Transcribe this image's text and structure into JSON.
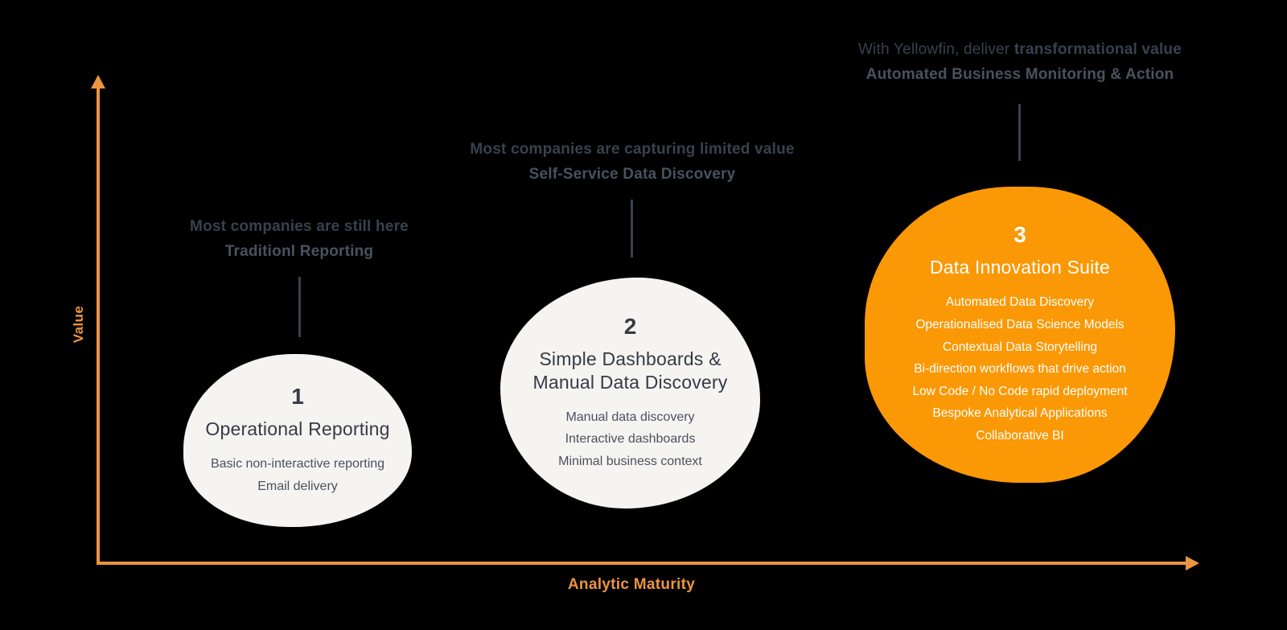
{
  "colors": {
    "background": "#000000",
    "axis_orange": "#EC9440",
    "blob_orange": "#FA9805",
    "blob_light": "#F5F4F1",
    "dark_text": "#39414D",
    "white_text": "#FFFFFF"
  },
  "axes": {
    "y_label": "Value",
    "x_label": "Analytic Maturity"
  },
  "annotations": {
    "stage1": {
      "line1": "Most companies are still here",
      "line2": "Traditionl Reporting"
    },
    "stage2": {
      "line1": "Most companies are capturing limited value",
      "line2": "Self-Service Data Discovery"
    },
    "stage3": {
      "line1_prefix": "With Yellowfin, deliver ",
      "line1_bold": "transformational value",
      "line2": "Automated Business Monitoring & Action"
    }
  },
  "stages": [
    {
      "number": "1",
      "title": "Operational Reporting",
      "items": [
        "Basic non-interactive reporting",
        "Email delivery"
      ]
    },
    {
      "number": "2",
      "title": "Simple Dashboards & Manual Data Discovery",
      "items": [
        "Manual data discovery",
        "Interactive dashboards",
        "Minimal business context"
      ]
    },
    {
      "number": "3",
      "title": "Data Innovation Suite",
      "items": [
        "Automated Data Discovery",
        "Operationalised Data Science Models",
        "Contextual Data Storytelling",
        "Bi-direction workflows that drive action",
        "Low Code / No Code rapid deployment",
        "Bespoke Analytical Applications",
        "Collaborative BI"
      ]
    }
  ]
}
